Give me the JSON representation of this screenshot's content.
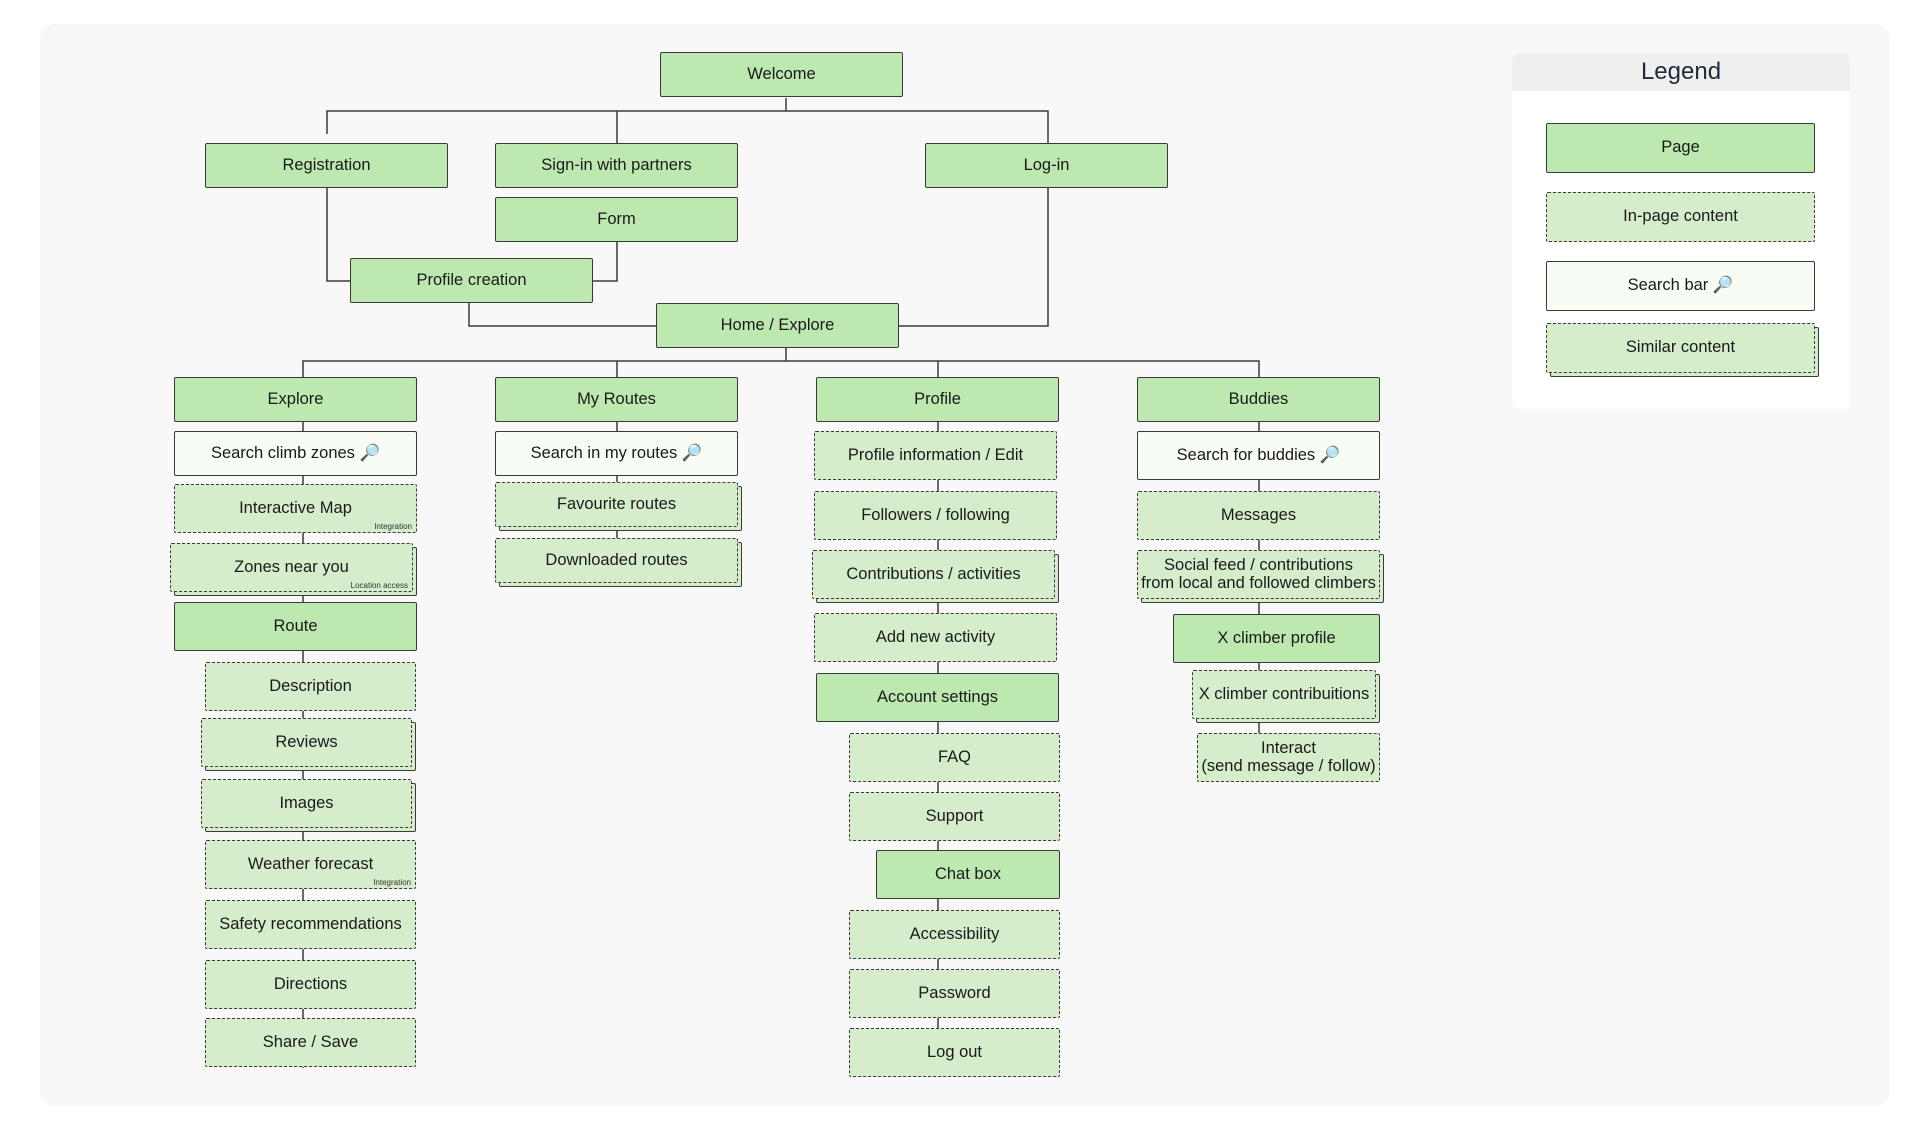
{
  "legend": {
    "title": "Legend",
    "page": "Page",
    "inpage": "In-page content",
    "search": "Search bar 🔎",
    "similar": "Similar content"
  },
  "colors": {
    "page": "#bde8b0",
    "in_page": "#d5edcb",
    "search_bar": "#f7fcf5",
    "line": "#3a3a3a"
  },
  "top": {
    "welcome": "Welcome",
    "registration": "Registration",
    "signin_partners": "Sign-in with partners",
    "form": "Form",
    "login": "Log-in",
    "profile_creation": "Profile creation",
    "home": "Home / Explore"
  },
  "explore": {
    "title": "Explore",
    "search": "Search climb zones 🔎",
    "map": "Interactive Map",
    "map_note": "Integration",
    "zones": "Zones near you",
    "zones_note": "Location access",
    "route": "Route",
    "description": "Description",
    "reviews": "Reviews",
    "images": "Images",
    "weather": "Weather forecast",
    "weather_note": "Integration",
    "safety": "Safety recommendations",
    "directions": "Directions",
    "share": "Share / Save"
  },
  "routes": {
    "title": "My Routes",
    "search": "Search in my routes 🔎",
    "favourite": "Favourite routes",
    "downloaded": "Downloaded routes"
  },
  "profile": {
    "title": "Profile",
    "info": "Profile information / Edit",
    "followers": "Followers / following",
    "contributions": "Contributions / activities",
    "add_activity": "Add new activity",
    "account": "Account settings",
    "faq": "FAQ",
    "support": "Support",
    "chat": "Chat box",
    "accessibility": "Accessibility",
    "password": "Password",
    "logout": "Log out"
  },
  "buddies": {
    "title": "Buddies",
    "search": "Search for buddies 🔎",
    "messages": "Messages",
    "feed_line1": "Social feed / contributions",
    "feed_line2": "from local and followed climbers",
    "climber_profile": "X climber profile",
    "climber_contrib": "X climber contribuitions",
    "interact_line1": "Interact",
    "interact_line2": "(send message / follow)"
  }
}
